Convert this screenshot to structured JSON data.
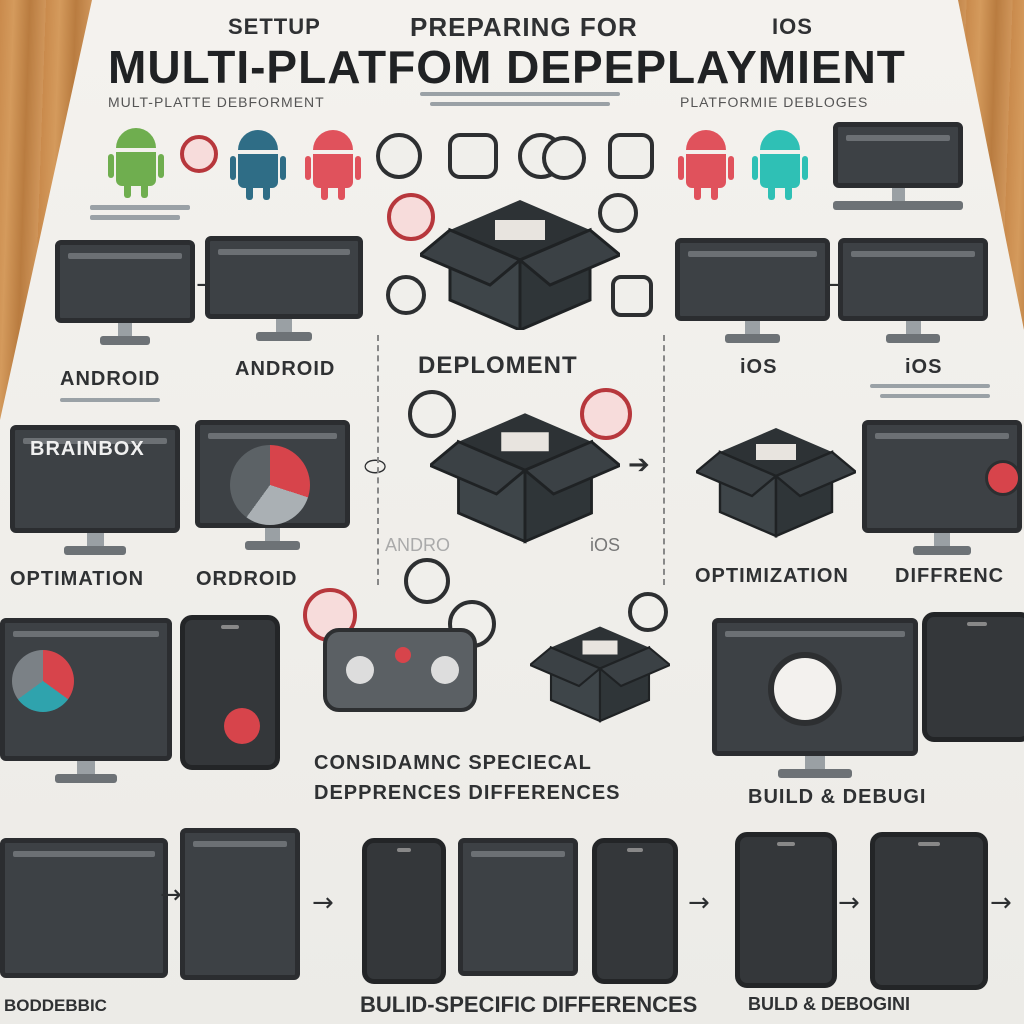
{
  "header": {
    "top_left": "SETTUP",
    "top_center": "PREPARING FOR",
    "top_right": "IOS",
    "title": "MULTI-PLATFOM DEPEPLAYMIENT",
    "subtitle_left": "MULT-PLATTE DEBFORMENT",
    "subtitle_right": "PLATFORMIE DEBLOGES"
  },
  "labels": {
    "android_1": "ANDROID",
    "android_2": "ANDROID",
    "deployment": "DEPLOMENT",
    "ios_1": "iOS",
    "ios_2": "iOS",
    "brainbox": "BRAINBOX",
    "optimation": "OPTIMATION",
    "oroid": "ORDROID",
    "andro": "ANDRO",
    "ios_3": "iOS",
    "optimization": "OPTIMIZATION",
    "differenc": "DIFFRENC",
    "consid_line1": "CONSIDAMNC  SPECIECAL",
    "consid_line2": "DEPPRENCES  DIFFERENCES",
    "build_debug": "BUILD & DEBUGI",
    "bottom_left": "BODDEBBIC",
    "bottom_center": "BULID-SPECIFIC DIFFERENCES",
    "bottom_right": "BULD & DEBOGINI"
  },
  "icons": {
    "robot_colors": [
      "#6fae4f",
      "#2f6d86",
      "#e0525c",
      "#e0525c",
      "#2fc0b5",
      "#2fb0a8"
    ],
    "accent_red": "#d7444b",
    "dark": "#2d2f31"
  }
}
